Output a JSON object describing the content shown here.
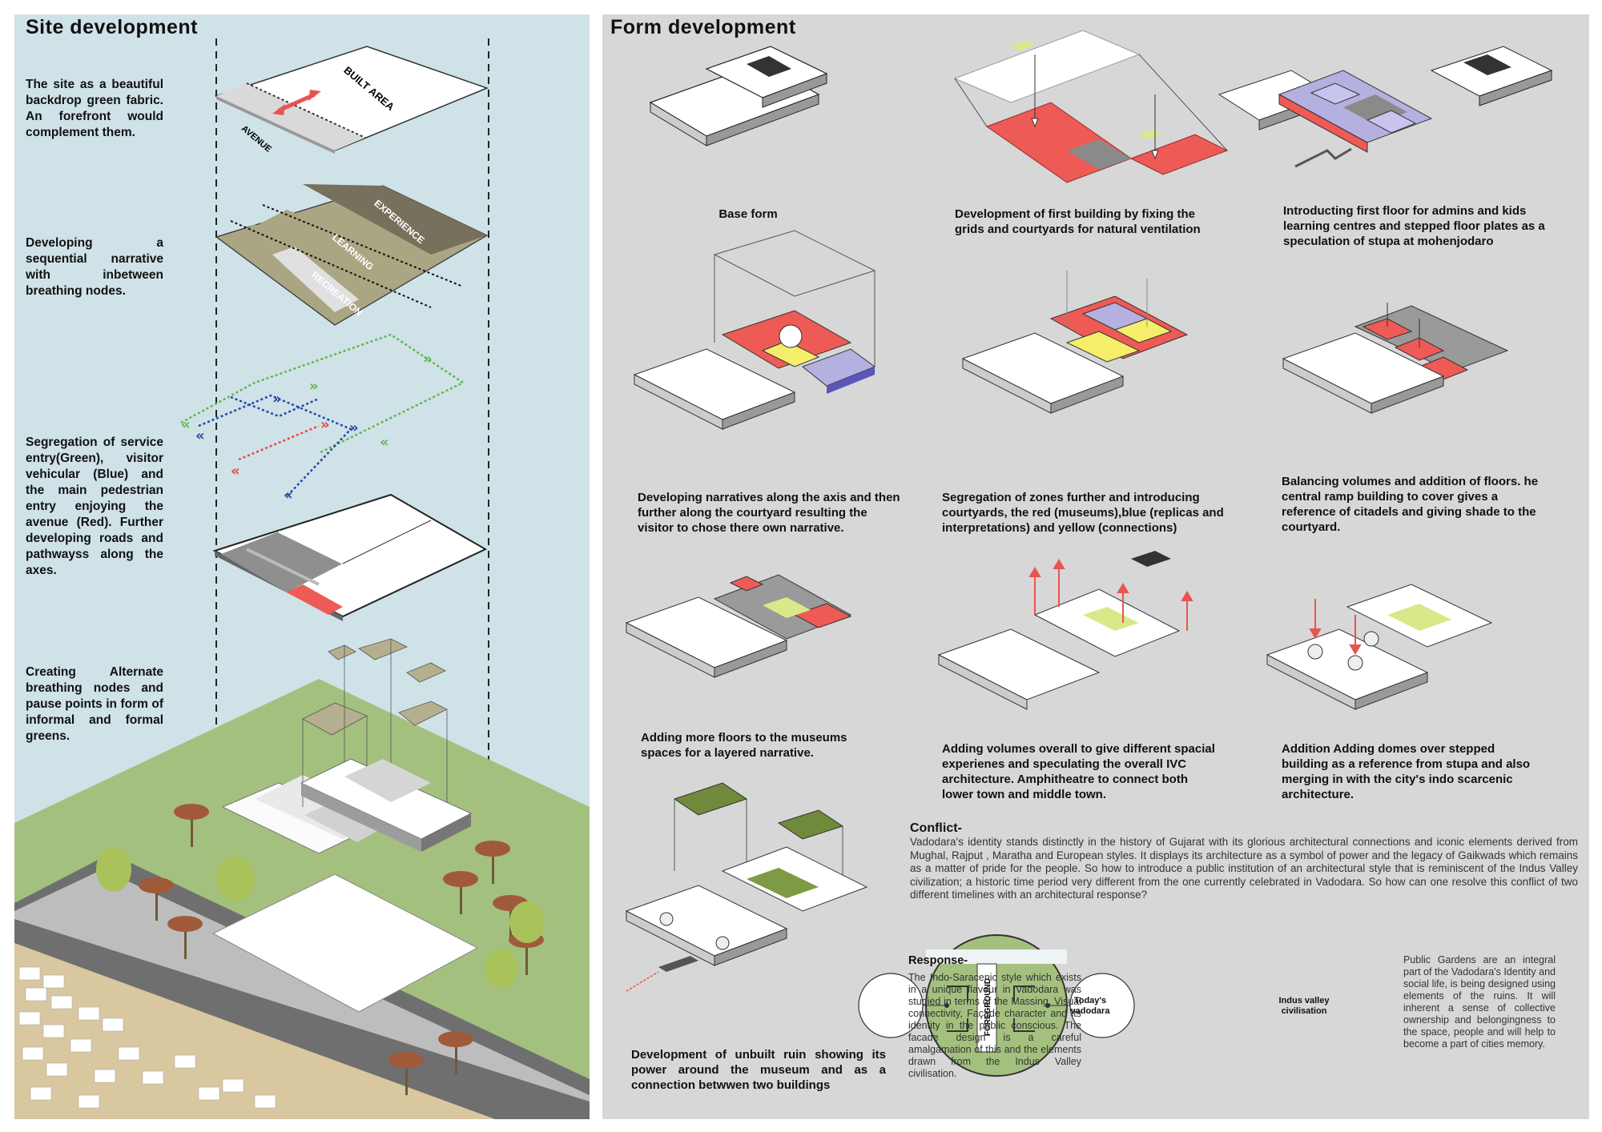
{
  "site": {
    "title": "Site development",
    "notes": [
      "The site as a beautiful backdrop green fabric. An forefront would complement them.",
      "Developing a sequential narrative with inbetween breathing nodes.",
      "Segregation of service entry(Green), visitor vehicular (Blue) and the main pedestrian entry enjoying the avenue (Red). Further developing roads and pathwayss along the axes.",
      "Creating Alternate breathing nodes and pause points in form of informal and formal greens."
    ],
    "plane_labels": {
      "built_area": "BUILT AREA",
      "avenue": "AVENUE",
      "experience": "EXPERIENCE",
      "learning": "LEARNING",
      "recreation": "RECREATION"
    }
  },
  "form": {
    "title": "Form development",
    "captions": [
      "Base form",
      "Development of first building by fixing the grids and courtyards for natural ventilation",
      "Introducting first floor for admins and kids learning centres and stepped floor plates as a speculation of stupa at mohenjodaro",
      "Developing narratives along the axis and then further along the courtyard resulting the visitor to chose there own narrative.",
      "Segregation of zones further and introducing courtyards, the red (museums),blue (replicas and interpretations) and yellow (connections)",
      "Balancing volumes and addition of floors. he central ramp building to cover gives a reference of citadels and giving shade to the courtyard.",
      "Adding more floors to the museums spaces for a layered narrative.",
      "Adding volumes overall to give different spacial experienes and speculating the overall IVC architecture. Amphitheatre to connect both lower town and middle town.",
      "Addition Adding domes over stepped building as a reference from stupa and also merging in with the city's indo scarcenic architecture.",
      "Development of unbuilt ruin showing its power around the museum and as a connection betwwen two buildings"
    ]
  },
  "conflict": {
    "heading": "Conflict-",
    "text": "Vadodara's identity stands distinctly in the history of Gujarat with its glorious architectural connections and iconic elements derived from Mughal, Rajput , Maratha and European styles. It displays its architecture as a symbol of power and the legacy of Gaikwads which remains as a matter of pride for the people. So how to introduce a public institution of an architectural style that is reminiscent of the Indus Valley civilization; a historic time period very different from the one currently celebrated in Vadodara. So how can one resolve this conflict of two different timelines with an architectural response?"
  },
  "response": {
    "heading": "Response-",
    "text_left": "The Indo-Saracenic style which exists in a unique flavour in Vadodara was studied in terms of the Massing, Visual connectivity, Façade character and its identity in the public conscious. The facade design is a careful amalgamation of this and the elements drawn from the Indus Valley civilisation.",
    "text_right": "Public Gardens are an integral part of the Vadodara's Identity and social life, is being designed using elements of the ruins. It will inherent a sense of collective ownership and belongingness to the space, people and will help to become a part of cities memory.",
    "bubble_left": "Today's vadodara",
    "bubble_right": "Indus valley civilisation",
    "foreground": "FOREGROUND"
  },
  "colors": {
    "left_bg": "#cfe2e8",
    "right_bg": "#d7d7d7",
    "red": "#ee5a55",
    "lilac": "#b4b0e0",
    "yellow": "#f4ee6a",
    "olive": "#b9b48e",
    "green_fill": "#a7c97a",
    "white": "#ffffff",
    "grey": "#9a9a9a"
  }
}
